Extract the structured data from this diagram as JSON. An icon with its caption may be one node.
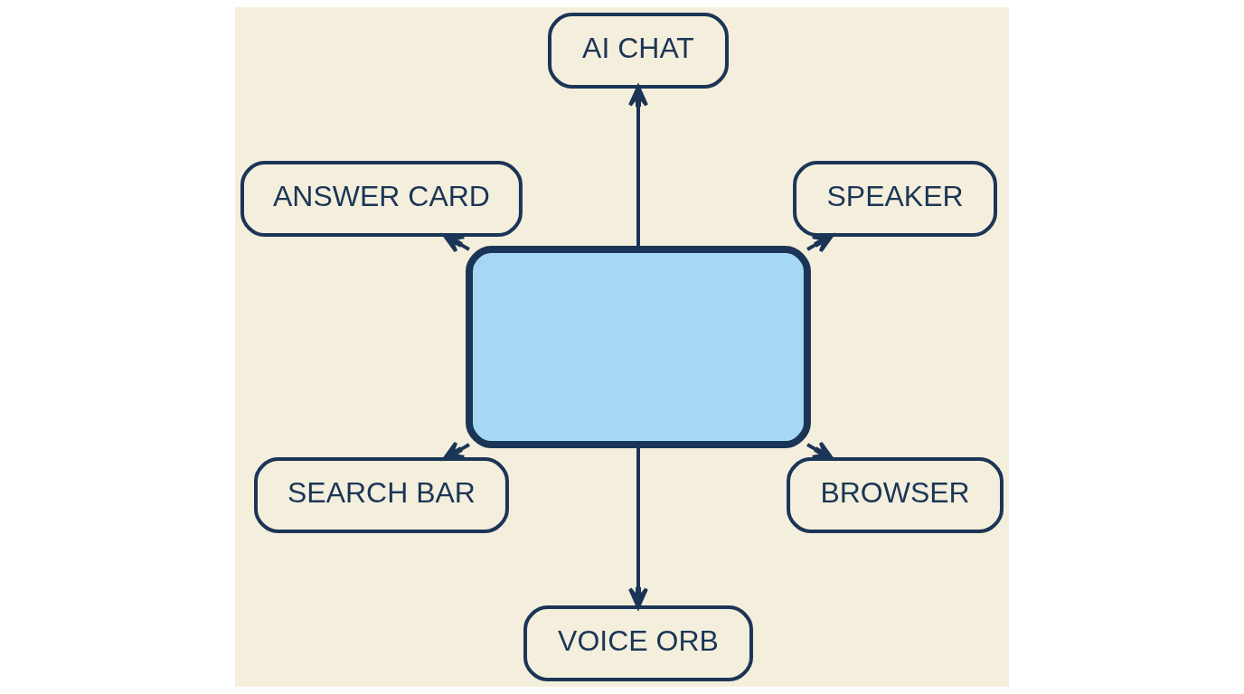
{
  "diagram": {
    "nodes": [
      {
        "text": [],
        "shape": "box"
      },
      {
        "text": [
          "SPEAKER"
        ]
      },
      {
        "text": [
          "AI CHAT"
        ]
      },
      {
        "text": [
          "ANSWER CARD"
        ]
      },
      {
        "text": [
          "SEARCH BAR"
        ]
      },
      {
        "text": [
          "VOICE ORB"
        ]
      },
      {
        "text": [
          "BROWSER"
        ]
      }
    ],
    "edges": [
      {
        "from": 0,
        "to": 1,
        "arrow": "to"
      },
      {
        "from": 0,
        "to": 2,
        "arrow": "to"
      },
      {
        "from": 0,
        "to": 3,
        "arrow": "to"
      },
      {
        "from": 0,
        "to": 4,
        "arrow": "to"
      },
      {
        "from": 0,
        "to": 5,
        "arrow": "to"
      },
      {
        "from": 0,
        "to": 6,
        "arrow": "to"
      }
    ]
  }
}
